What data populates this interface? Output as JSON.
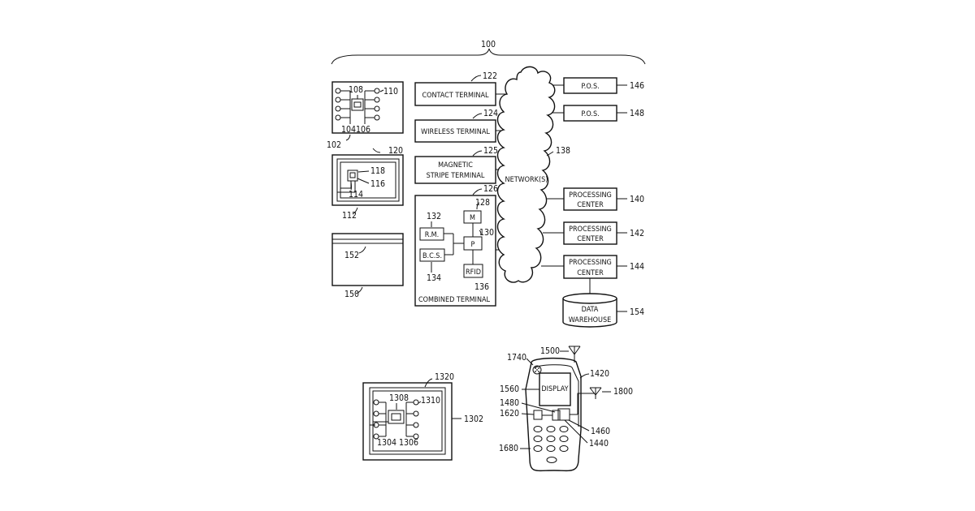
{
  "figure": {
    "system_ref": "100",
    "contact_terminal": {
      "label": "CONTACT TERMINAL",
      "ref": "122"
    },
    "wireless_terminal": {
      "label": "WIRELESS TERMINAL",
      "ref": "124"
    },
    "magnetic_terminal": {
      "line1": "MAGNETIC",
      "line2": "STRIPE TERMINAL",
      "ref": "125"
    },
    "combined_terminal": {
      "label": "COMBINED TERMINAL",
      "ref": "126",
      "m": "M",
      "m_ref": "128",
      "p": "P",
      "p_ref": "130",
      "rm": "R.M.",
      "rm_ref": "132",
      "bcs": "B.C.S.",
      "bcs_ref": "134",
      "rfid": "RFID",
      "rfid_ref": "136"
    },
    "network": {
      "label": "NETWORK(S)",
      "ref": "138"
    },
    "pos1": {
      "label": "P.O.S.",
      "ref": "146"
    },
    "pos2": {
      "label": "P.O.S.",
      "ref": "148"
    },
    "pc1": {
      "line1": "PROCESSING",
      "line2": "CENTER",
      "ref": "140"
    },
    "pc2": {
      "line1": "PROCESSING",
      "line2": "CENTER",
      "ref": "142"
    },
    "pc3": {
      "line1": "PROCESSING",
      "line2": "CENTER",
      "ref": "144"
    },
    "warehouse": {
      "line1": "DATA",
      "line2": "WAREHOUSE",
      "ref": "154"
    },
    "contact_card": {
      "ref": "102",
      "chip_ref": "108",
      "contact_ref": "110",
      "ref_a": "104",
      "ref_b": "106"
    },
    "contactless_card": {
      "ref": "112",
      "antenna_ref": "120",
      "ref_a": "118",
      "ref_b": "116",
      "ref_c": "114"
    },
    "magstripe_card": {
      "ref": "150",
      "stripe_ref": "152"
    },
    "dual_card": {
      "ref": "1302",
      "antenna_ref": "1320",
      "chip_ref": "1308",
      "contact_ref": "1310",
      "ref_a": "1304",
      "ref_b": "1306"
    },
    "phone": {
      "display": "DISPLAY",
      "ref_1740": "1740",
      "ref_1500": "1500",
      "ref_1420": "1420",
      "ref_1800": "1800",
      "ref_1560": "1560",
      "ref_1480": "1480",
      "ref_1620": "1620",
      "ref_1460": "1460",
      "ref_1440": "1440",
      "ref_1680": "1680"
    }
  }
}
